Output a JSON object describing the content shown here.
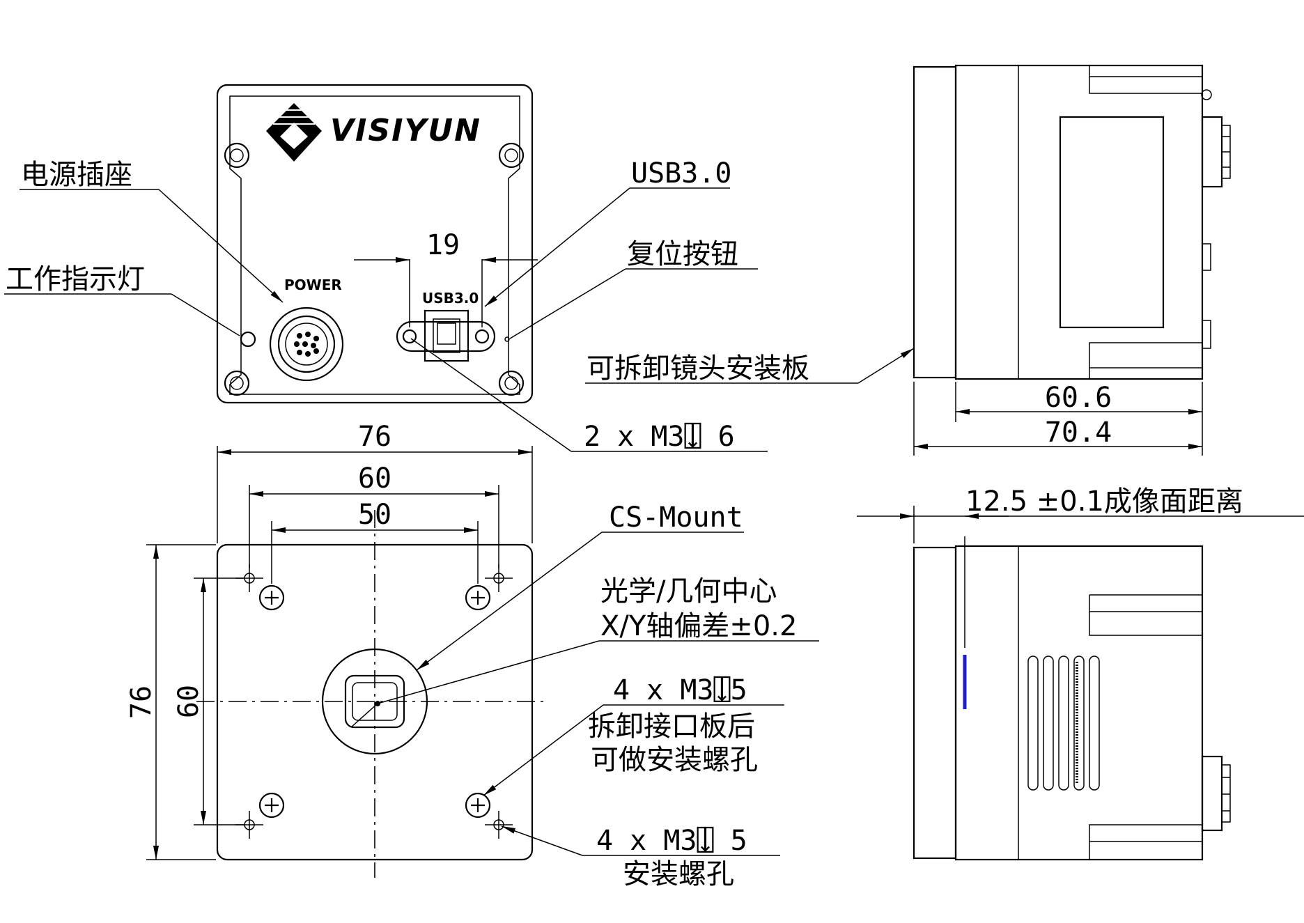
{
  "brand": "VISIYUN",
  "panel_marks": {
    "power": "POWER",
    "usb": "USB3.0"
  },
  "callouts": {
    "power_socket": "电源插座",
    "status_led": "工作指示灯",
    "usb": "USB3.0",
    "reset_button": "复位按钮",
    "lens_plate": "可拆卸镜头安装板",
    "m3_rear": "2 x  M3⍗ 6",
    "cs_mount": "CS-Mount",
    "center_line1": "光学/几何中心",
    "center_line2": "X/Y轴偏差±0.2",
    "plate_holes_spec": "4 x M3⍗5",
    "plate_holes_line1": "拆卸接口板后",
    "plate_holes_line2": "可做安装螺孔",
    "mount_holes_spec": "4 x  M3⍗ 5",
    "mount_holes_desc": "安装螺孔",
    "flange_distance": "12.5 ±0.1成像面距离"
  },
  "dimensions": {
    "usb_pitch": "19",
    "width_total": "76",
    "width_holes": "60",
    "width_screws": "50",
    "height_total": "76",
    "height_holes": "60",
    "side_body": "60.6",
    "side_total": "70.4"
  },
  "colors": {
    "line": "#000000",
    "indicator": "#1e1ec8"
  }
}
